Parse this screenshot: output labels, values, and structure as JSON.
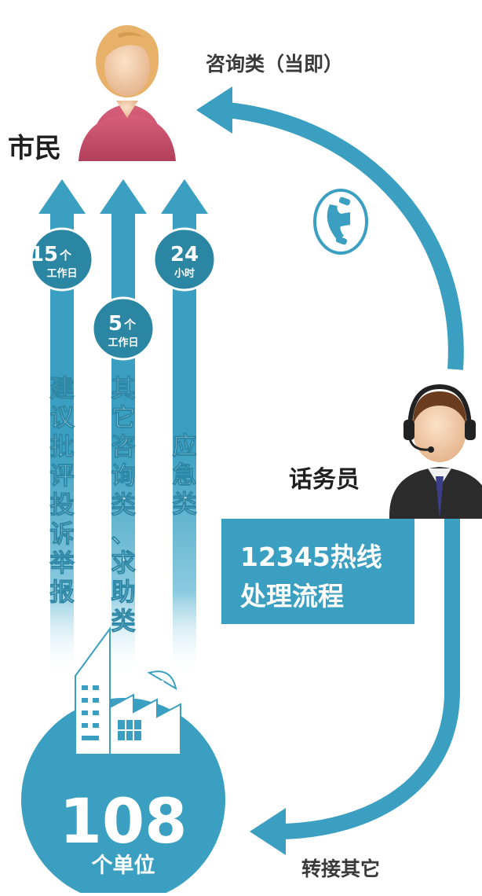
{
  "citizen": {
    "label": "市民",
    "icon": "citizen-avatar-icon"
  },
  "operator": {
    "label": "话务员",
    "icon": "operator-headset-icon"
  },
  "phone_icon": "phone-icon",
  "consult_flow": {
    "label": "咨询类（当即）"
  },
  "transfer_flow": {
    "label": "转接其它"
  },
  "title_box": {
    "line1": "12345热线",
    "line2": "处理流程"
  },
  "units": {
    "number": "108",
    "caption": "个单位",
    "icon": "office-building-icon"
  },
  "arrows": [
    {
      "id": "suggestion",
      "badge_big": "15",
      "badge_small": "个",
      "badge_line2": "工作日",
      "text": "建议批评投诉举报"
    },
    {
      "id": "consult",
      "badge_big": "5",
      "badge_small": "个",
      "badge_line2": "工作日",
      "text": "其它咨询类、求助类"
    },
    {
      "id": "emergency",
      "badge_big": "24",
      "badge_small": "",
      "badge_line2": "小时",
      "text": "应急类"
    }
  ],
  "colors": {
    "accent": "#3a9fc0",
    "accent_dark": "#2d87a6",
    "accent_light": "#8ccbe0",
    "badge": "#2b86a3",
    "citizen_shirt": "#c8506a",
    "skin": "#f3cfae",
    "hair": "#e8b16a",
    "suit": "#2c2c2c",
    "text": "#222222"
  }
}
